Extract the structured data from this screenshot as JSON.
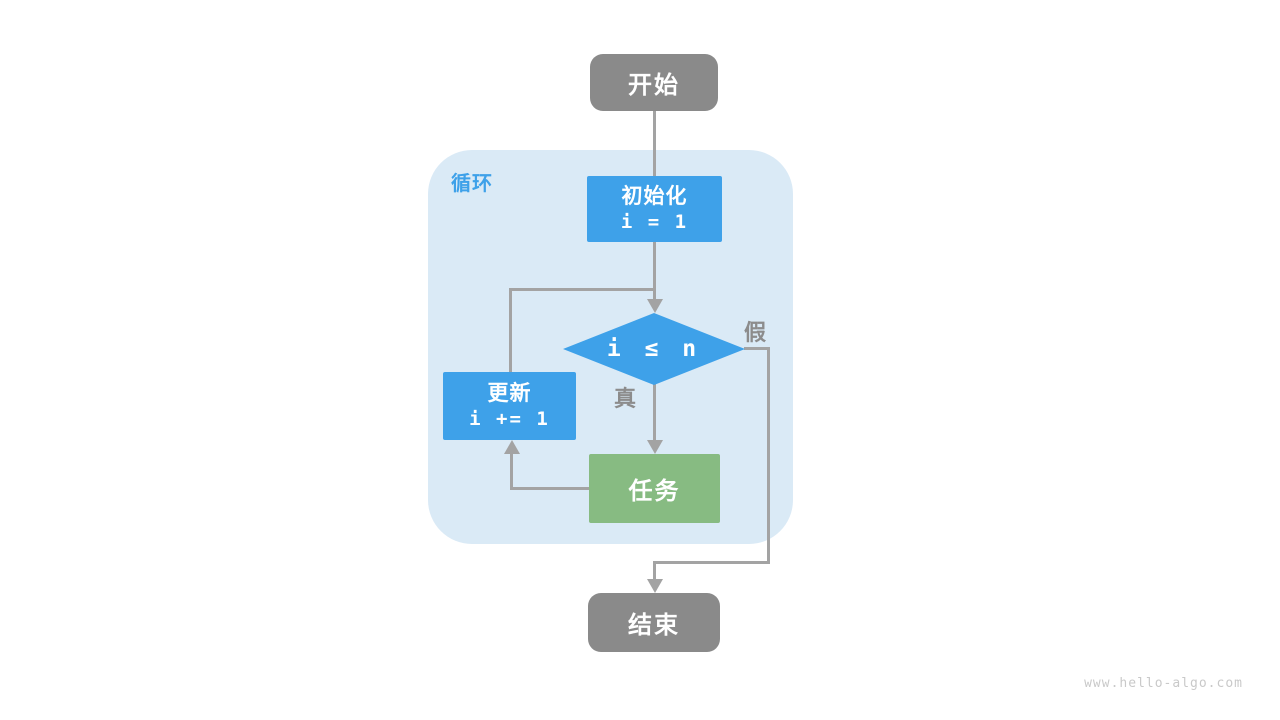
{
  "diagram": {
    "loop_label": "循环",
    "nodes": {
      "start": {
        "label": "开始"
      },
      "init": {
        "title": "初始化",
        "code": "i = 1"
      },
      "condition": {
        "label": "i ≤ n"
      },
      "update": {
        "title": "更新",
        "code": "i += 1"
      },
      "task": {
        "label": "任务"
      },
      "end": {
        "label": "结束"
      }
    },
    "branch_labels": {
      "true": "真",
      "false": "假"
    },
    "colors": {
      "node_blue": "#3ea1e9",
      "node_green": "#87bb82",
      "node_gray": "#8a8a8a",
      "loop_background": "#daeaf6",
      "loop_label_blue": "#3ea1e9",
      "edge_gray": "#a3a3a3",
      "branch_label_gray": "#8c8c8c"
    }
  },
  "watermark": "www.hello-algo.com"
}
